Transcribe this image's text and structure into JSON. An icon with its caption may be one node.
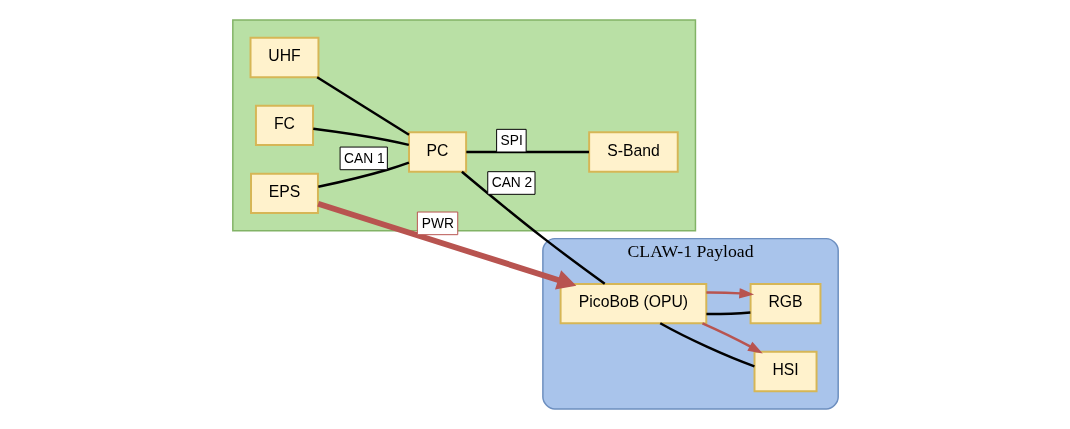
{
  "diagram": {
    "nodes": [
      {
        "text": [],
        "shape": "box"
      },
      {
        "text": [
          "EPS"
        ],
        "in": 0
      },
      {
        "text": [
          "UHF"
        ],
        "in": 0
      },
      {
        "text": [
          "FC"
        ],
        "in": 0
      },
      {
        "text": [
          "PC"
        ],
        "in": 0
      },
      {
        "text": [
          "S-Band"
        ],
        "in": 0
      },
      {
        "text": [
          "CLAW-1 Payload"
        ]
      },
      {
        "text": [
          "PicoBoB (OPU)"
        ],
        "in": 6
      },
      {
        "text": [
          "HSI"
        ],
        "in": 6
      },
      {
        "text": [
          "RGB"
        ],
        "in": 6
      }
    ],
    "edges": [
      {
        "from": 1,
        "to": 4,
        "arrow": "none",
        "label": "CAN 1"
      },
      {
        "from": 2,
        "to": 4,
        "arrow": "none"
      },
      {
        "from": 3,
        "to": 4,
        "arrow": "none"
      },
      {
        "from": 4,
        "to": 5,
        "arrow": "none",
        "label": "SPI"
      },
      {
        "from": 4,
        "to": 7,
        "arrow": "none",
        "label": "CAN 2"
      },
      {
        "from": 1,
        "to": 7,
        "arrow": "to",
        "label": "PWR",
        "style": "thick",
        "color": "#b85450"
      },
      {
        "from": 7,
        "to": 8,
        "arrow": "none"
      },
      {
        "from": 7,
        "to": 8,
        "arrow": "to",
        "color": "#b85450"
      },
      {
        "from": 7,
        "to": 9,
        "arrow": "none"
      },
      {
        "from": 7,
        "to": 9,
        "arrow": "to",
        "color": "#b85450"
      }
    ]
  }
}
